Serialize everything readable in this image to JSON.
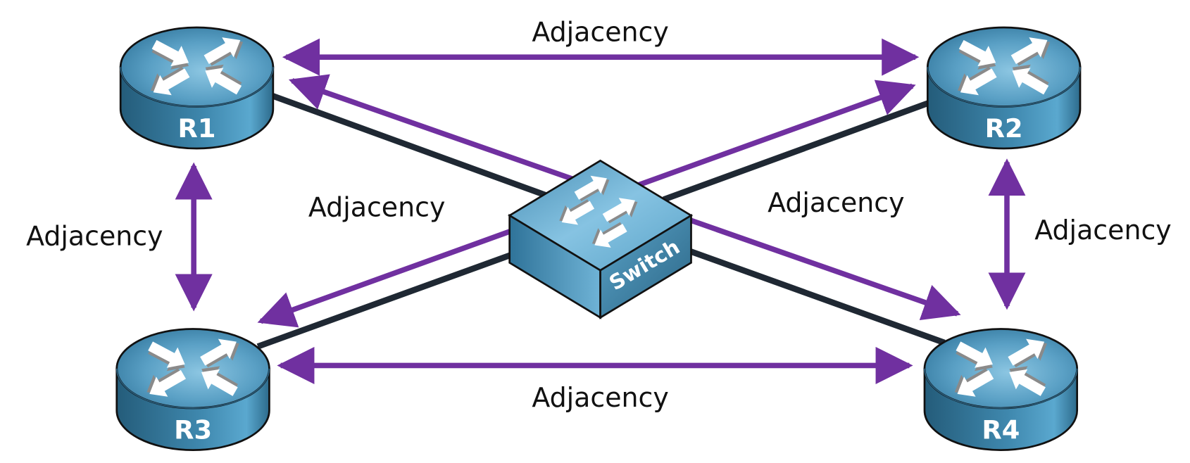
{
  "diagram": {
    "title": "OSPF adjacencies over a shared switch segment",
    "colors": {
      "adjacency": "#7030a0",
      "cable": "#1f2833",
      "device_dark": "#2b6585",
      "device_light": "#7fbfdd",
      "text": "#111111"
    },
    "nodes": [
      {
        "id": "R1",
        "type": "router",
        "label": "R1"
      },
      {
        "id": "R2",
        "type": "router",
        "label": "R2"
      },
      {
        "id": "R3",
        "type": "router",
        "label": "R3"
      },
      {
        "id": "R4",
        "type": "router",
        "label": "R4"
      },
      {
        "id": "SW",
        "type": "switch",
        "label": "Switch"
      }
    ],
    "links": [
      {
        "from": "R1",
        "to": "SW",
        "kind": "cable"
      },
      {
        "from": "R2",
        "to": "SW",
        "kind": "cable"
      },
      {
        "from": "R3",
        "to": "SW",
        "kind": "cable"
      },
      {
        "from": "R4",
        "to": "SW",
        "kind": "cable"
      }
    ],
    "adjacencies": [
      {
        "between": [
          "R1",
          "R2"
        ],
        "label": "Adjacency"
      },
      {
        "between": [
          "R1",
          "R4"
        ],
        "label": "Adjacency"
      },
      {
        "between": [
          "R2",
          "R3"
        ],
        "label": "Adjacency"
      },
      {
        "between": [
          "R1",
          "R3"
        ],
        "label": "Adjacency"
      },
      {
        "between": [
          "R2",
          "R4"
        ],
        "label": "Adjacency"
      },
      {
        "between": [
          "R3",
          "R4"
        ],
        "label": "Adjacency"
      }
    ]
  }
}
